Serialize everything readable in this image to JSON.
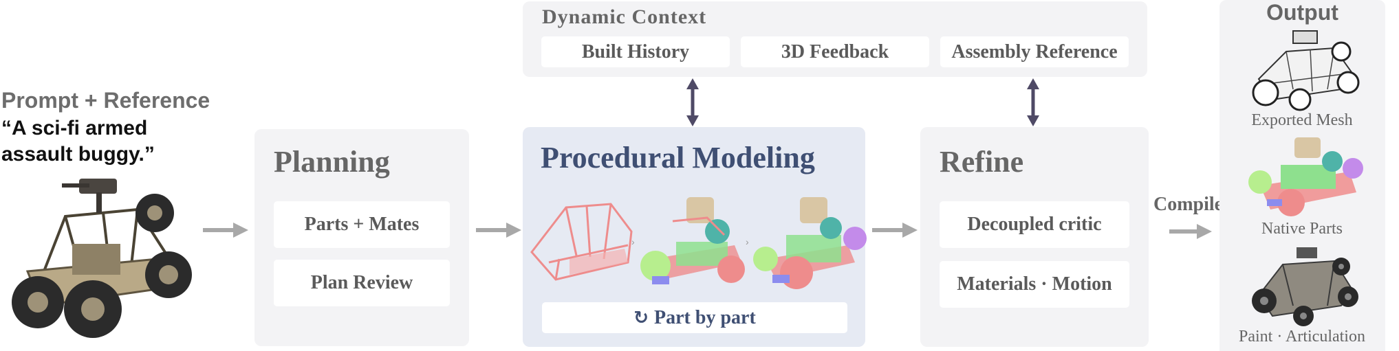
{
  "prompt": {
    "heading": "Prompt + Reference",
    "quote_line1": "“A sci-fi armed",
    "quote_line2": "assault buggy.”"
  },
  "planning": {
    "title": "Planning",
    "steps": [
      "Parts + Mates",
      "Plan Review"
    ]
  },
  "dynamic_context": {
    "title": "Dynamic Context",
    "items": [
      "Built History",
      "3D Feedback",
      "Assembly Reference"
    ]
  },
  "procedural": {
    "title": "Procedural Modeling",
    "loop_icon": "refresh-icon",
    "loop_label": "Part by part"
  },
  "refine": {
    "title": "Refine",
    "steps": [
      "Decoupled critic",
      "Materials · Motion"
    ]
  },
  "compile_label": "Compile",
  "output": {
    "title": "Output",
    "captions": [
      "Exported Mesh",
      "Native Parts",
      "Paint · Articulation"
    ]
  },
  "colors": {
    "panel": "#f3f3f5",
    "procedural_panel": "#e6eaf3",
    "procedural_title": "#3f4f73",
    "heading_gray": "#666666",
    "arrow_gray": "#a8a8a8",
    "bidirectional_arrow": "#4f4a66",
    "frame_red": "#ee8c8c",
    "part_green": "#8ee08e",
    "part_teal": "#4fb3a8",
    "part_purple": "#c38bea",
    "part_tan": "#d9c6a4"
  }
}
